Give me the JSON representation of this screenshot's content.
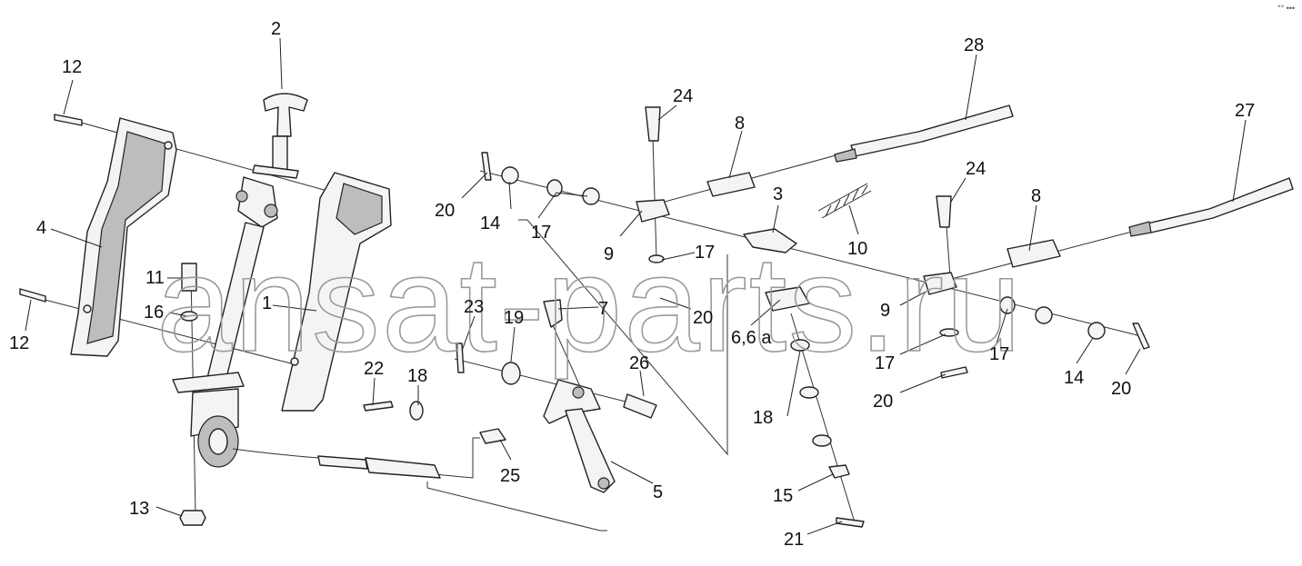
{
  "watermark": "ansat-parts.ru",
  "corner_mark": "°° •••",
  "callouts": [
    {
      "id": "c2",
      "text": "2"
    },
    {
      "id": "c12a",
      "text": "12"
    },
    {
      "id": "c12b",
      "text": "12"
    },
    {
      "id": "c4",
      "text": "4"
    },
    {
      "id": "c11",
      "text": "11"
    },
    {
      "id": "c16",
      "text": "16"
    },
    {
      "id": "c1",
      "text": "1"
    },
    {
      "id": "c13",
      "text": "13"
    },
    {
      "id": "c23",
      "text": "23"
    },
    {
      "id": "c22",
      "text": "22"
    },
    {
      "id": "c18a",
      "text": "18"
    },
    {
      "id": "c19",
      "text": "19"
    },
    {
      "id": "c7",
      "text": "7"
    },
    {
      "id": "c26",
      "text": "26"
    },
    {
      "id": "c25",
      "text": "25"
    },
    {
      "id": "c5",
      "text": "5"
    },
    {
      "id": "c20a",
      "text": "20"
    },
    {
      "id": "c14a",
      "text": "14"
    },
    {
      "id": "c17a",
      "text": "17"
    },
    {
      "id": "c9a",
      "text": "9"
    },
    {
      "id": "c17b",
      "text": "17"
    },
    {
      "id": "c20b",
      "text": "20"
    },
    {
      "id": "c24a",
      "text": "24"
    },
    {
      "id": "c8a",
      "text": "8"
    },
    {
      "id": "c28",
      "text": "28"
    },
    {
      "id": "c3",
      "text": "3"
    },
    {
      "id": "c10",
      "text": "10"
    },
    {
      "id": "c66a",
      "text": "6,6 a"
    },
    {
      "id": "c18b",
      "text": "18"
    },
    {
      "id": "c15",
      "text": "15"
    },
    {
      "id": "c21",
      "text": "21"
    },
    {
      "id": "c24b",
      "text": "24"
    },
    {
      "id": "c8b",
      "text": "8"
    },
    {
      "id": "c27",
      "text": "27"
    },
    {
      "id": "c9b",
      "text": "9"
    },
    {
      "id": "c17c",
      "text": "17"
    },
    {
      "id": "c17d",
      "text": "17"
    },
    {
      "id": "c20c",
      "text": "20"
    },
    {
      "id": "c14b",
      "text": "14"
    },
    {
      "id": "c20d",
      "text": "20"
    }
  ]
}
